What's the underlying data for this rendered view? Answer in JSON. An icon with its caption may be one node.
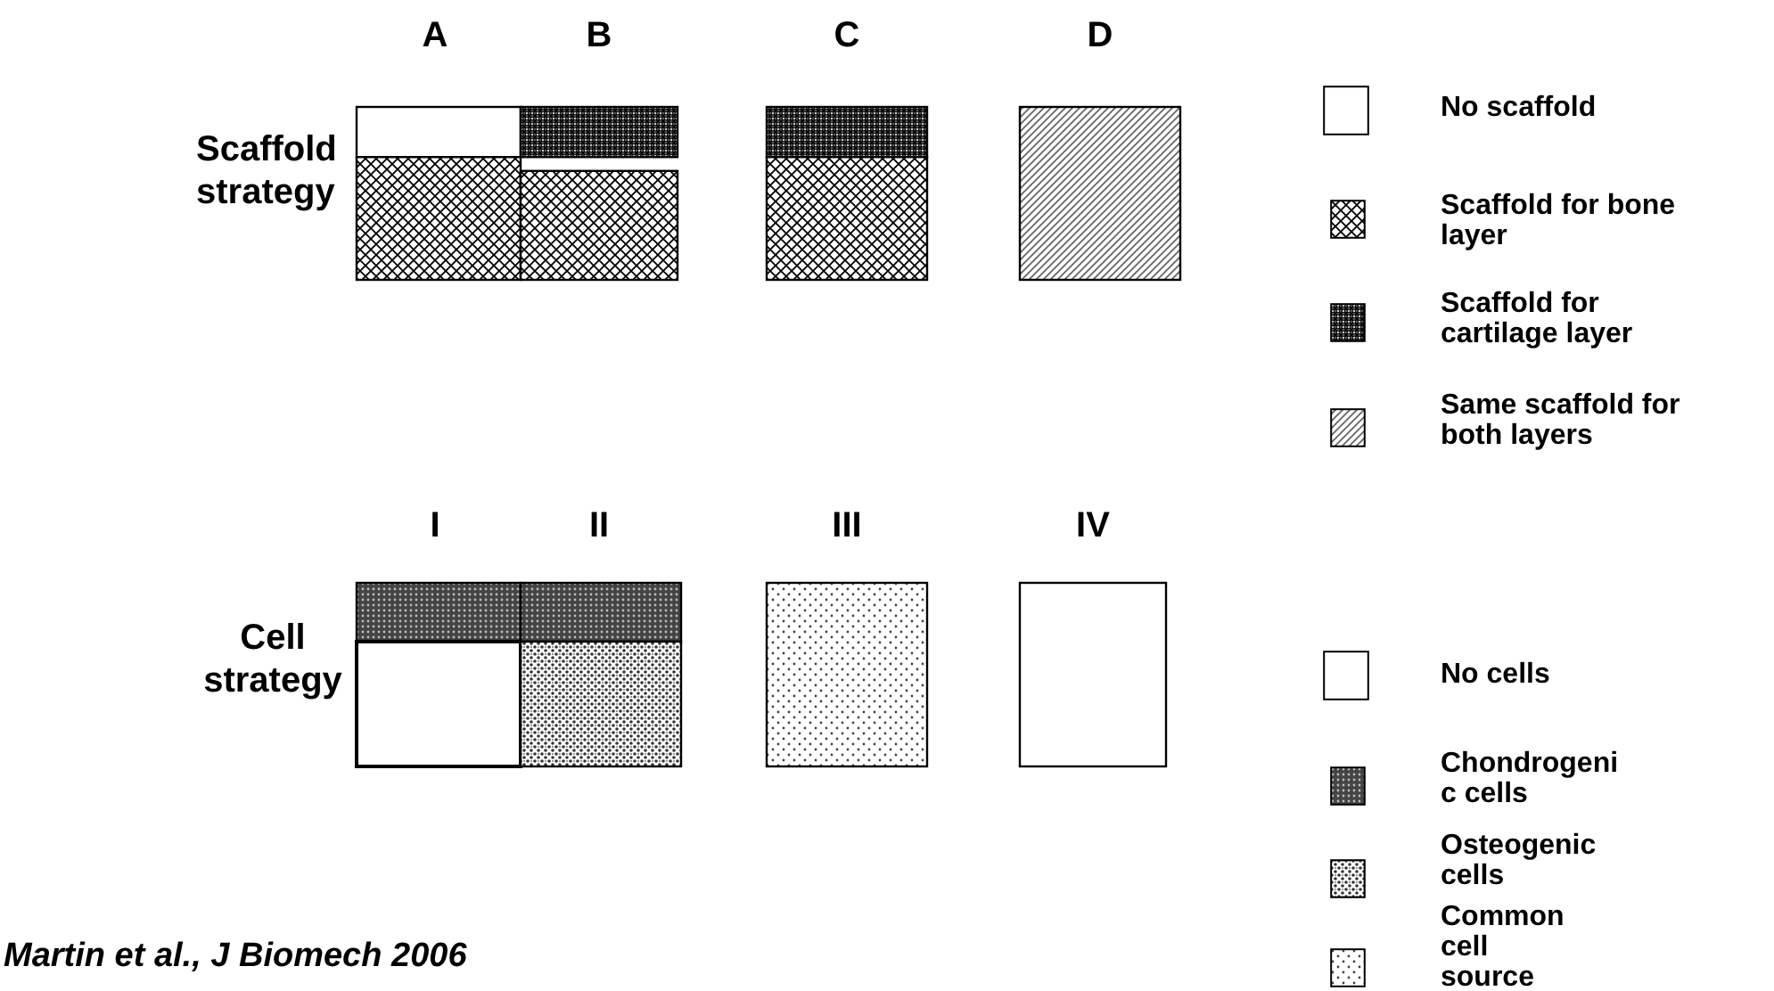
{
  "diagram": {
    "caption": "Martin et al., J Biomech 2006",
    "nodes": [
      {
        "text": [],
        "shape": "box"
      },
      {
        "text": [],
        "shape": "box"
      },
      {
        "text": [],
        "shape": "box"
      },
      {
        "text": [],
        "shape": "box"
      },
      {
        "text": [],
        "shape": "box"
      },
      {
        "text": [],
        "shape": "box"
      },
      {
        "text": [],
        "shape": "box"
      },
      {
        "text": [],
        "shape": "box"
      }
    ],
    "edges": [],
    "labels": [
      "A",
      "B",
      "C",
      "D",
      "Scaffold strategy",
      "I",
      "II",
      "III",
      "IV",
      "Cell strategy"
    ],
    "legend": [
      {
        "text": "No scaffold"
      },
      {
        "text": "Scaffold for bone layer"
      },
      {
        "text": "Scaffold for cartilage layer"
      },
      {
        "text": "Same scaffold for both layers"
      },
      {
        "text": "No cells"
      },
      {
        "text": "Chondrogeni c cells"
      },
      {
        "text": "Osteogenic cells"
      },
      {
        "text": "Common cell source"
      }
    ]
  }
}
